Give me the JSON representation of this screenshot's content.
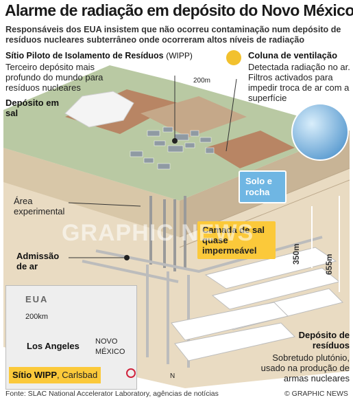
{
  "title": "Alarme de radiação em depósito do Novo México",
  "subtitle": "Responsáveis dos EUA insistem que não ocorreu contaminação num depósito de resíduos nucleares subterrâneo onde ocorreram altos níveis de radiação",
  "wipp": {
    "heading_prefix": "Sítio Piloto de Isolamento de Resíduos",
    "heading_abbr": "(WIPP)",
    "description": "Terceiro depósito mais profundo do mundo para resíduos nucleares"
  },
  "ventilation": {
    "heading": "Coluna de ventilação",
    "description": "Detectada radiação no ar. Filtros activados para impedir troca de ar com a superfície"
  },
  "salt_deposit": "Depósito em sal",
  "scale_200m": "200m",
  "soil_rock": "Solo e rocha",
  "salt_layer": "Camada de sal quase impermeável",
  "depth_350": "350m",
  "depth_655": "655m",
  "experimental_area": "Área experimental",
  "air_intake": "Admissão de ar",
  "waste_deposit": {
    "heading": "Depósito de resíduos",
    "description": "Sobretudo plutónio, usado na produção de armas nucleares"
  },
  "map": {
    "country": "EUA",
    "scale": "200km",
    "city": "Los Angeles",
    "state": "NOVO MÉXICO",
    "site_name": "Sítio WIPP",
    "site_town": ", Carlsbad",
    "north": "N"
  },
  "source": "Fonte: SLAC National Accelerator Laboratory, agências de notícias",
  "credit": "© GRAPHIC NEWS",
  "watermark": "GRAPHIC NEWS",
  "colors": {
    "surface": "#b9c9a3",
    "cliff": "#cdbfa7",
    "underground": "#e9dbc2",
    "callout_blue": "#6fb6e3",
    "highlight_yellow": "#fbc93a",
    "site_red": "#d0233c"
  }
}
